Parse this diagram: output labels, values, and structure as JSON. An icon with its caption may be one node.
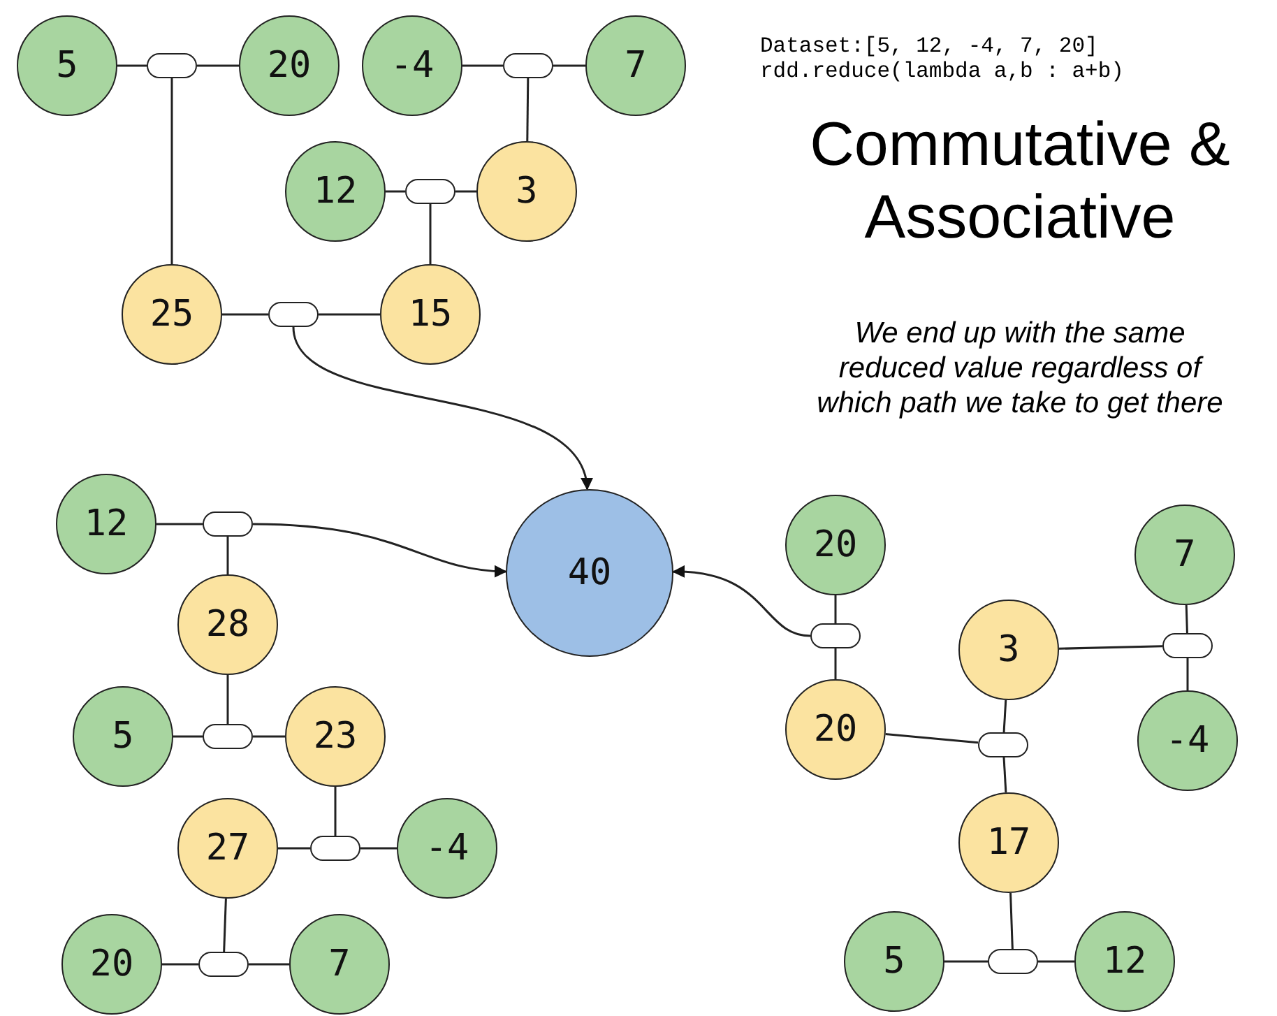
{
  "diagram": {
    "title": "Commutative & Associative",
    "nodes": [
      {
        "text": [
          "5"
        ]
      },
      {
        "text": [],
        "shape": "pill"
      },
      {
        "text": [
          "20"
        ]
      },
      {
        "text": [
          "-4"
        ]
      },
      {
        "text": [],
        "shape": "pill"
      },
      {
        "text": [
          "7"
        ]
      },
      {
        "text": [
          "12"
        ]
      },
      {
        "text": [],
        "shape": "pill"
      },
      {
        "text": [
          "3"
        ]
      },
      {
        "text": [
          "25"
        ]
      },
      {
        "text": [],
        "shape": "pill"
      },
      {
        "text": [
          "15"
        ]
      },
      {
        "text": [
          "12"
        ]
      },
      {
        "text": [],
        "shape": "pill"
      },
      {
        "text": [
          "40"
        ]
      },
      {
        "text": [
          "20"
        ]
      },
      {
        "text": [
          "7"
        ]
      },
      {
        "text": [
          "28"
        ]
      },
      {
        "text": [],
        "shape": "pill"
      },
      {
        "text": [
          "3"
        ]
      },
      {
        "text": [],
        "shape": "pill"
      },
      {
        "text": [
          "5"
        ]
      },
      {
        "text": [],
        "shape": "pill"
      },
      {
        "text": [
          "23"
        ]
      },
      {
        "text": [
          "20"
        ]
      },
      {
        "text": [],
        "shape": "pill"
      },
      {
        "text": [
          "-4"
        ]
      },
      {
        "text": [
          "17"
        ]
      },
      {
        "text": [
          "27"
        ]
      },
      {
        "text": [],
        "shape": "pill"
      },
      {
        "text": [
          "-4"
        ]
      },
      {
        "text": [
          "20"
        ]
      },
      {
        "text": [],
        "shape": "pill"
      },
      {
        "text": [
          "7"
        ]
      },
      {
        "text": [
          "5"
        ]
      },
      {
        "text": [],
        "shape": "pill"
      },
      {
        "text": [
          "12"
        ]
      }
    ],
    "edges": [
      {
        "from": 0,
        "to": 1,
        "arrow": "none"
      },
      {
        "from": 1,
        "to": 2,
        "arrow": "none"
      },
      {
        "from": 1,
        "to": 9,
        "arrow": "none"
      },
      {
        "from": 3,
        "to": 4,
        "arrow": "none"
      },
      {
        "from": 4,
        "to": 5,
        "arrow": "none"
      },
      {
        "from": 4,
        "to": 8,
        "arrow": "none"
      },
      {
        "from": 6,
        "to": 7,
        "arrow": "none"
      },
      {
        "from": 7,
        "to": 8,
        "arrow": "none"
      },
      {
        "from": 7,
        "to": 11,
        "arrow": "none"
      },
      {
        "from": 9,
        "to": 10,
        "arrow": "none"
      },
      {
        "from": 10,
        "to": 11,
        "arrow": "none"
      },
      {
        "from": 10,
        "to": 14,
        "arrow": "to"
      },
      {
        "from": 12,
        "to": 13,
        "arrow": "none"
      },
      {
        "from": 13,
        "to": 17,
        "arrow": "none"
      },
      {
        "from": 13,
        "to": 14,
        "arrow": "to"
      },
      {
        "from": 21,
        "to": 22,
        "arrow": "none"
      },
      {
        "from": 22,
        "to": 23,
        "arrow": "none"
      },
      {
        "from": 22,
        "to": 17,
        "arrow": "none"
      },
      {
        "from": 28,
        "to": 29,
        "arrow": "none"
      },
      {
        "from": 29,
        "to": 30,
        "arrow": "none"
      },
      {
        "from": 29,
        "to": 23,
        "arrow": "none"
      },
      {
        "from": 31,
        "to": 32,
        "arrow": "none"
      },
      {
        "from": 32,
        "to": 33,
        "arrow": "none"
      },
      {
        "from": 32,
        "to": 28,
        "arrow": "none"
      },
      {
        "from": 15,
        "to": 18,
        "arrow": "none"
      },
      {
        "from": 18,
        "to": 24,
        "arrow": "none"
      },
      {
        "from": 18,
        "to": 14,
        "arrow": "to"
      },
      {
        "from": 19,
        "to": 20,
        "arrow": "none"
      },
      {
        "from": 20,
        "to": 16,
        "arrow": "none"
      },
      {
        "from": 20,
        "to": 26,
        "arrow": "none"
      },
      {
        "from": 24,
        "to": 25,
        "arrow": "none"
      },
      {
        "from": 19,
        "to": 25,
        "arrow": "none"
      },
      {
        "from": 25,
        "to": 27,
        "arrow": "none"
      },
      {
        "from": 34,
        "to": 35,
        "arrow": "none"
      },
      {
        "from": 35,
        "to": 36,
        "arrow": "none"
      },
      {
        "from": 35,
        "to": 27,
        "arrow": "none"
      }
    ],
    "labels": [
      "Dataset:[5, 12, -4, 7, 20]",
      "rdd.reduce(lambda a,b : a+b)",
      "We end up with the same reduced value regardless of which path we take to get there"
    ]
  }
}
